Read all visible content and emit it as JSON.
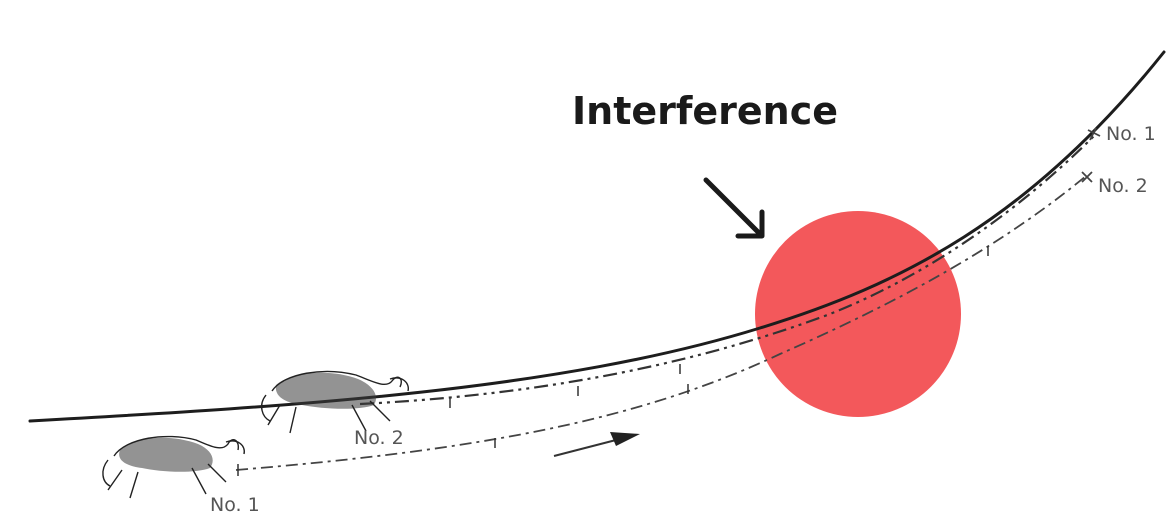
{
  "title": "Interference",
  "labels": {
    "dog_1_start": "No. 1",
    "dog_2_start": "No. 2",
    "path_1_end": "No. 1",
    "path_2_end": "No. 2"
  },
  "colors": {
    "interference_zone": "#f24a4d",
    "line": "#1d1d1d",
    "text": "#1a1a1a",
    "label_text": "#555555",
    "background": "#ffffff"
  },
  "icons": {
    "pointer": "arrow-down-right-icon",
    "direction": "direction-arrow-icon"
  }
}
